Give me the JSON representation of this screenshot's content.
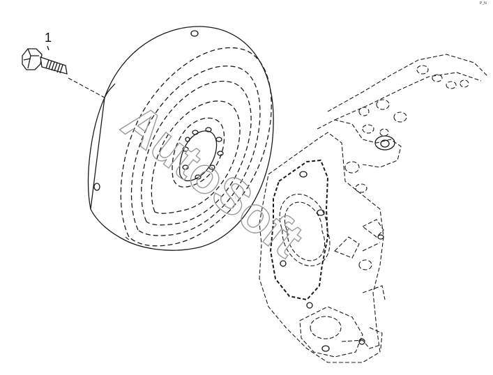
{
  "diagram": {
    "callout_number": "1",
    "corner_mark": "P_N",
    "watermark_text": "AutoSoft",
    "colors": {
      "line": "#1a1a1a",
      "background": "#ffffff",
      "watermark_outline": "#9a9a9a"
    },
    "icons": [
      "bolt-icon",
      "flywheel-drawing",
      "engine-block-drawing"
    ]
  }
}
